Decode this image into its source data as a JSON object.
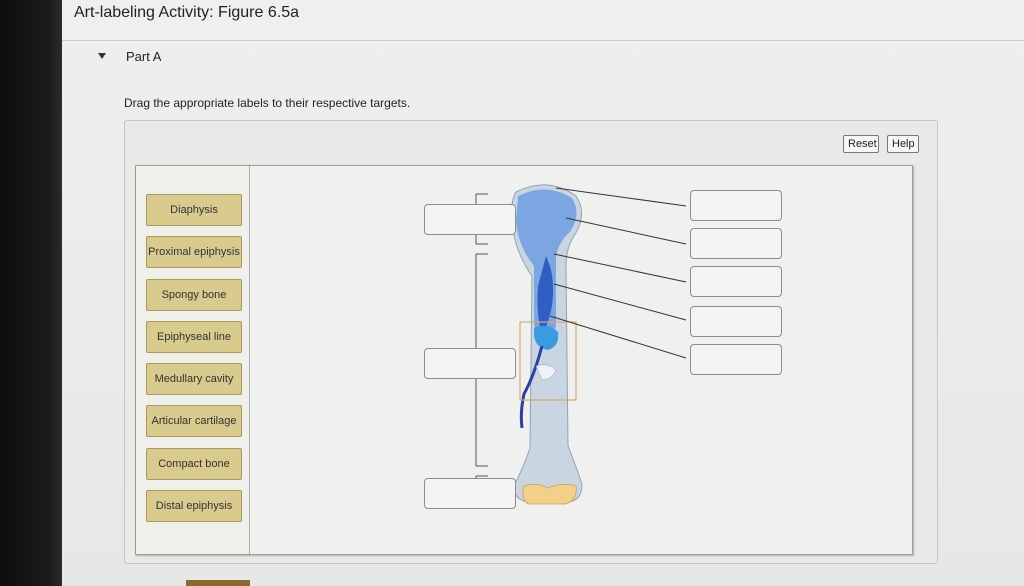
{
  "page": {
    "title": "Art-labeling Activity: Figure 6.5a",
    "part_label": "Part A",
    "instructions": "Drag the appropriate labels to their respective targets."
  },
  "toolbar": {
    "reset_label": "Reset",
    "help_label": "Help"
  },
  "labels": [
    "Diaphysis",
    "Proximal epiphysis",
    "Spongy bone",
    "Epiphyseal line",
    "Medullary cavity",
    "Articular cartilage",
    "Compact bone",
    "Distal epiphysis"
  ],
  "targets": {
    "left_count": 3,
    "right_count": 5
  },
  "colors": {
    "label_fill": "#d9ca8e",
    "bone_blue": "#5b8fd6",
    "accent_tab": "#8a6a2a"
  }
}
